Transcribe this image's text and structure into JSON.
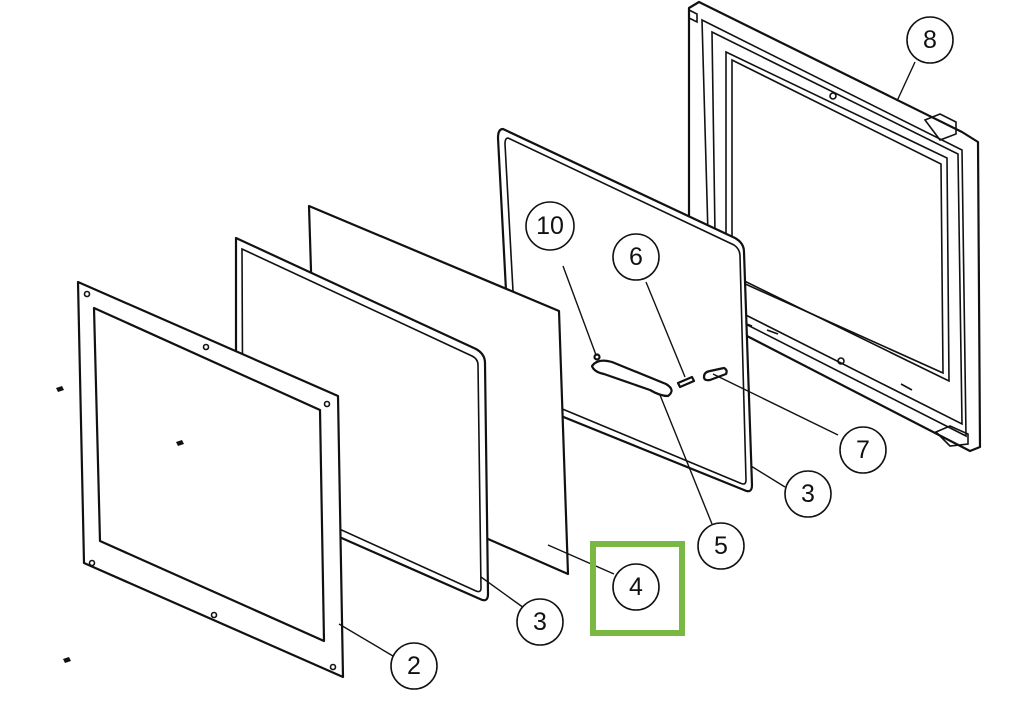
{
  "diagram": {
    "parts": [
      {
        "id": "front-frame",
        "label": "2"
      },
      {
        "id": "seal-front",
        "label": "3"
      },
      {
        "id": "glass-pane",
        "label": "4"
      },
      {
        "id": "seal-rear",
        "label": "3"
      },
      {
        "id": "spring-clip",
        "label": "5"
      },
      {
        "id": "pin-6",
        "label": "6"
      },
      {
        "id": "pin-7",
        "label": "7"
      },
      {
        "id": "rear-frame",
        "label": "8"
      },
      {
        "id": "screw",
        "label": "10"
      }
    ],
    "highlight": {
      "target": "glass-pane",
      "color": "#78b843"
    }
  },
  "colors": {
    "line": "#111111",
    "background": "#ffffff"
  }
}
